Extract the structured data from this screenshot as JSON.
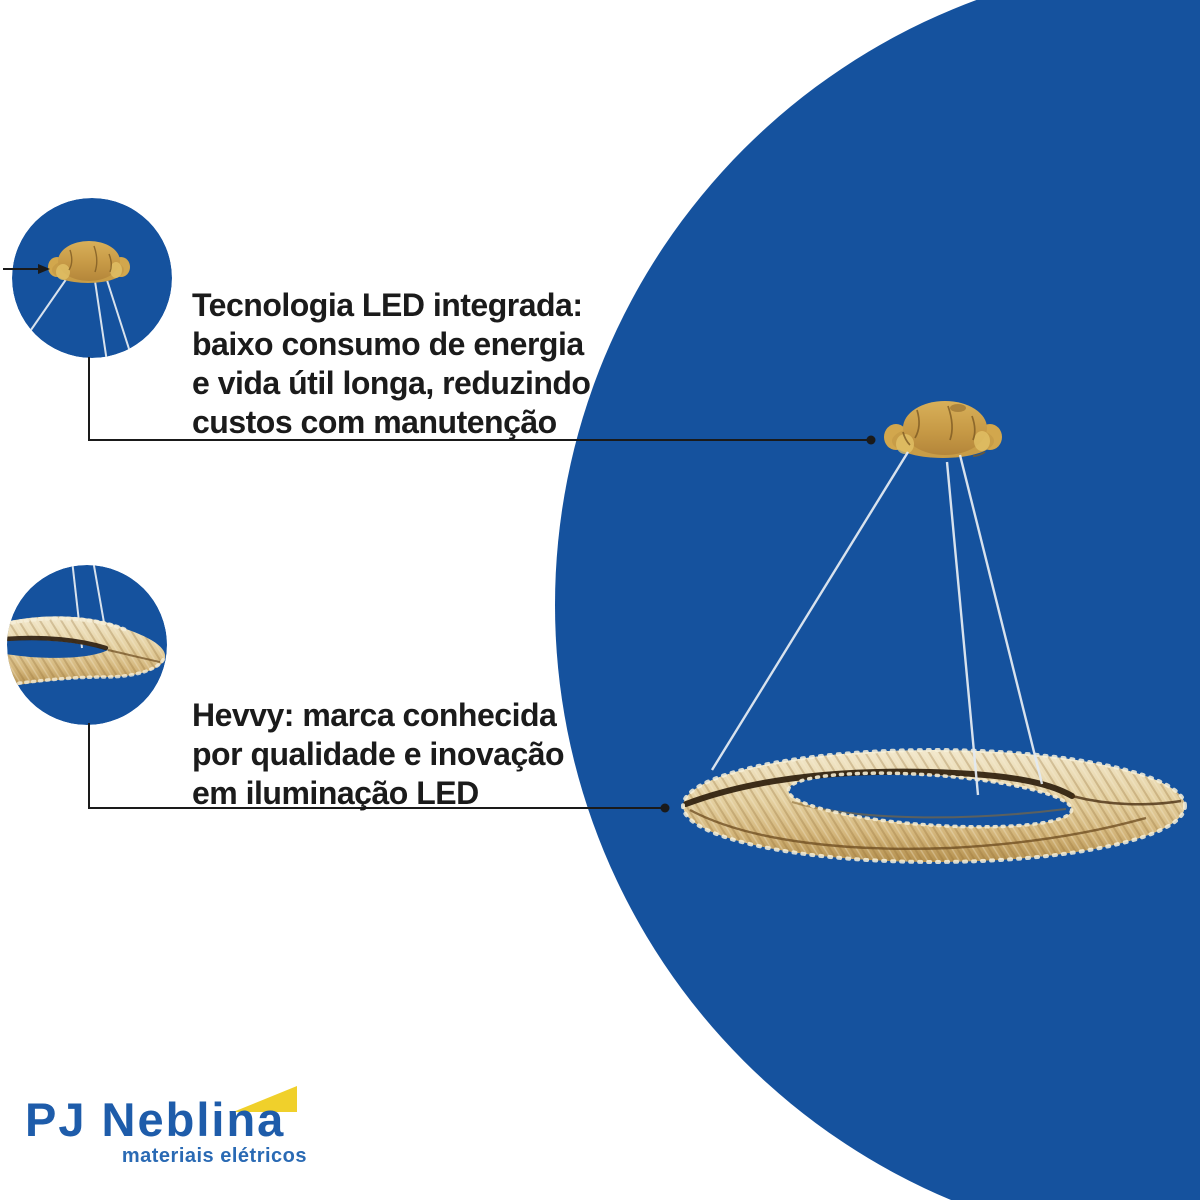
{
  "page": {
    "background_color": "#ffffff"
  },
  "hero_circle": {
    "color": "#15529e"
  },
  "callouts": [
    {
      "id": "led-technology",
      "lines": [
        "Tecnologia LED integrada:",
        "baixo consumo de energia",
        "e vida útil longa, reduzindo",
        "custos com manutenção"
      ]
    },
    {
      "id": "brand",
      "lines": [
        "Hevvy: marca conhecida",
        "por qualidade e inovação",
        "em iluminação LED"
      ]
    }
  ],
  "logo": {
    "name": "PJ Neblina",
    "tagline": "materiais elétricos",
    "name_color": "#1e5caa",
    "tagline_color": "#2a6ab4",
    "accent_color": "#f0d02b"
  },
  "product_photo": {
    "subject": "gold crystal LED ring pendant chandelier",
    "gold_color": "#e0cb99",
    "canopy_color": "#c79a46",
    "wire_color": "#e3eaf2"
  },
  "connectors": {
    "color": "#1a1a1a"
  }
}
